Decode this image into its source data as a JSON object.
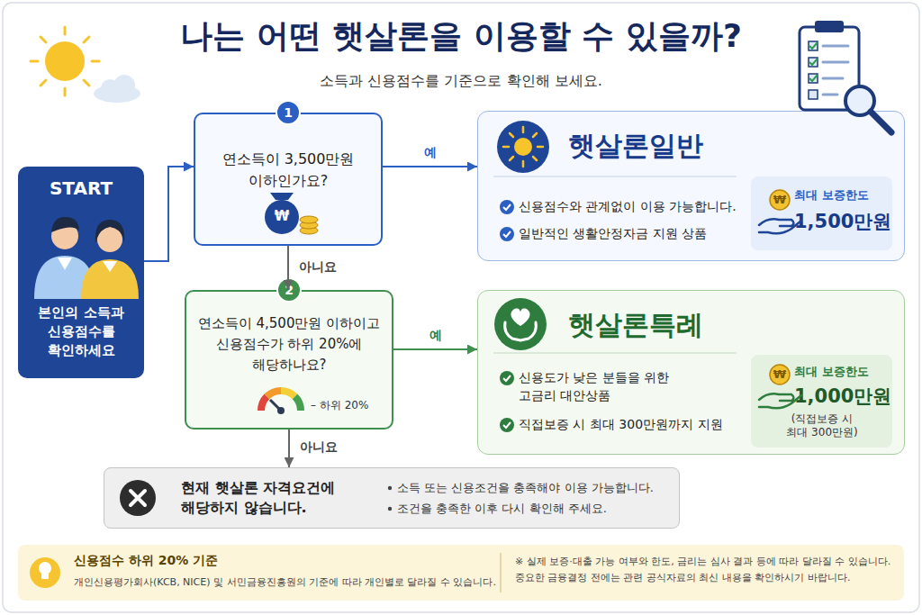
{
  "diagram": {
    "title": "나는 어떤 햇살론을 이용할 수 있을까?",
    "caption": "소득과 신용점수를 기준으로 확인해 보세요.",
    "nodes": [
      {
        "text": [
          "START",
          "본인의 소득과 신용점수를 확인하세요"
        ]
      },
      {
        "text": [
          "1",
          "연소득이 3,500만원 이하인가요?"
        ]
      },
      {
        "text": [
          "햇살론일반",
          "신용점수와 관계없이 이용 가능합니다.",
          "일반적인 생활안정자금 지원 상품"
        ]
      },
      {
        "text": [
          "최대 보증한도",
          "1,500만원"
        ],
        "in": 2
      },
      {
        "text": [
          "2",
          "연소득이 4,500만원 이하이고 신용점수가 하위 20%에 해당하나요?",
          "– 하위 20%"
        ]
      },
      {
        "text": [
          "햇살론특례",
          "신용도가 낮은 분들을 위한 고금리 대안상품",
          "직접보증 시 최대 300만원까지 지원"
        ]
      },
      {
        "text": [
          "최대 보증한도",
          "1,000만원",
          "(직접보증 시 최대 300만원)"
        ],
        "in": 5
      },
      {
        "text": [
          "현재 햇살론 자격요건에 해당하지 않습니다.",
          "소득 또는 신용조건을 충족해야 이용 가능합니다.",
          "조건을 충족한 이후 다시 확인해 주세요."
        ]
      },
      {
        "text": [
          "신용점수 하위 20% 기준",
          "개인신용평가회사(KCB, NICE) 및 서민금융진흥원의 기준에 따라 개인별로 달라질 수 있습니다.",
          "※ 실제 보증·대출 가능 여부와 한도, 금리는 심사 결과 등에 따라 달라질 수 있습니다. 중요한 금융결정 전에는 관련 공식자료의 최신 내용을 확인하시기 바랍니다."
        ]
      }
    ],
    "edges": [
      {
        "from": 0,
        "to": 1,
        "arrow": "to"
      },
      {
        "from": 1,
        "to": 2,
        "label": "예",
        "arrow": "to"
      },
      {
        "from": 1,
        "to": 4,
        "label": "아니요",
        "arrow": "to"
      },
      {
        "from": 4,
        "to": 5,
        "label": "예",
        "arrow": "to"
      },
      {
        "from": 4,
        "to": 7,
        "label": "아니요",
        "arrow": "to"
      }
    ],
    "labels": [
      "₩",
      "₩",
      "₩"
    ]
  }
}
